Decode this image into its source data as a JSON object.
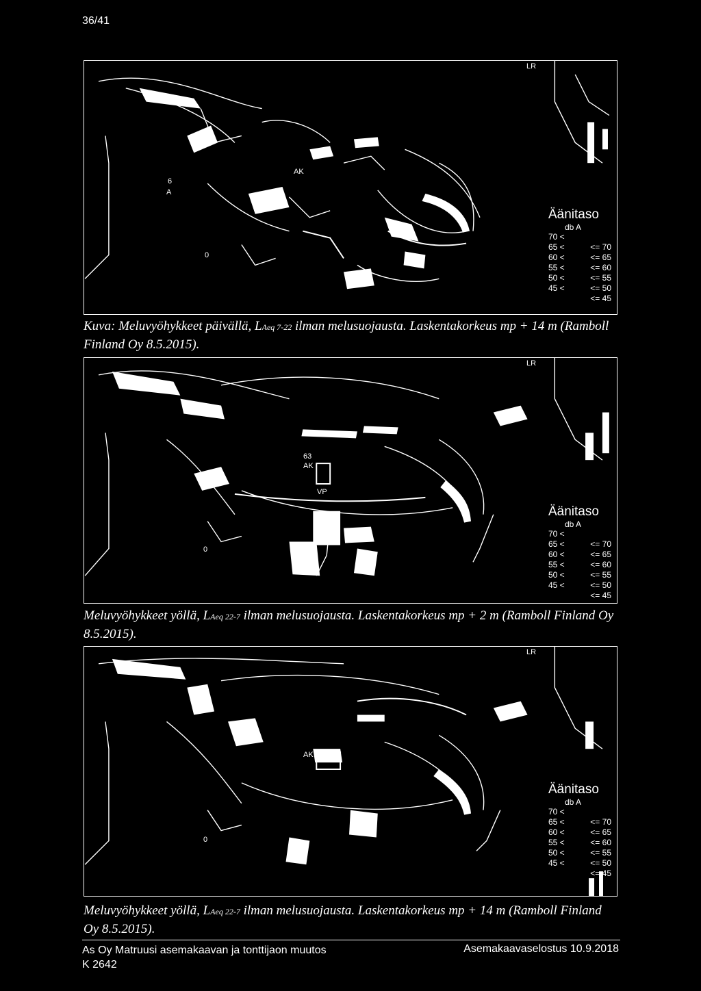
{
  "page_number": "36/41",
  "maps": [
    {
      "labels": {
        "zone": "AK",
        "lr": "LR",
        "six": "6",
        "a": "A",
        "zero": "0"
      },
      "caption_parts": [
        "Kuva: Meluvyöhykkeet päivällä, L",
        "Aeq 7-22",
        " ilman melusuojausta. Laskentakorkeus mp + 14 m (Ramboll Finland Oy 8.5.2015)."
      ]
    },
    {
      "labels": {
        "zone": "AK",
        "lr": "LR",
        "num": "63",
        "vp": "VP",
        "zero": "0"
      },
      "caption_parts": [
        "Meluvyöhykkeet yöllä, L",
        "Aeq 22-7",
        " ilman melusuojausta. Laskentakorkeus mp + 2 m (Ramboll Finland Oy 8.5.2015)."
      ]
    },
    {
      "labels": {
        "zone": "AK",
        "lr": "LR",
        "zero": "0"
      },
      "caption_parts": [
        "Meluvyöhykkeet yöllä, L",
        "Aeq 22-7",
        " ilman melusuojausta. Laskentakorkeus mp + 14 m (Ramboll Finland Oy 8.5.2015)."
      ]
    }
  ],
  "legend": {
    "title": "Äänitaso",
    "unit": "db A",
    "rows": [
      [
        "70 <",
        ""
      ],
      [
        "65 <",
        "<= 70"
      ],
      [
        "60 <",
        "<= 65"
      ],
      [
        "55 <",
        "<= 60"
      ],
      [
        "50 <",
        "<= 55"
      ],
      [
        "45 <",
        "<= 50"
      ],
      [
        "",
        "<= 45"
      ]
    ]
  },
  "footer": {
    "title": "As Oy Matruusi asemakaavan ja tonttijaon muutos",
    "code": "K 2642",
    "right": "Asemakaavaselostus 10.9.2018"
  }
}
